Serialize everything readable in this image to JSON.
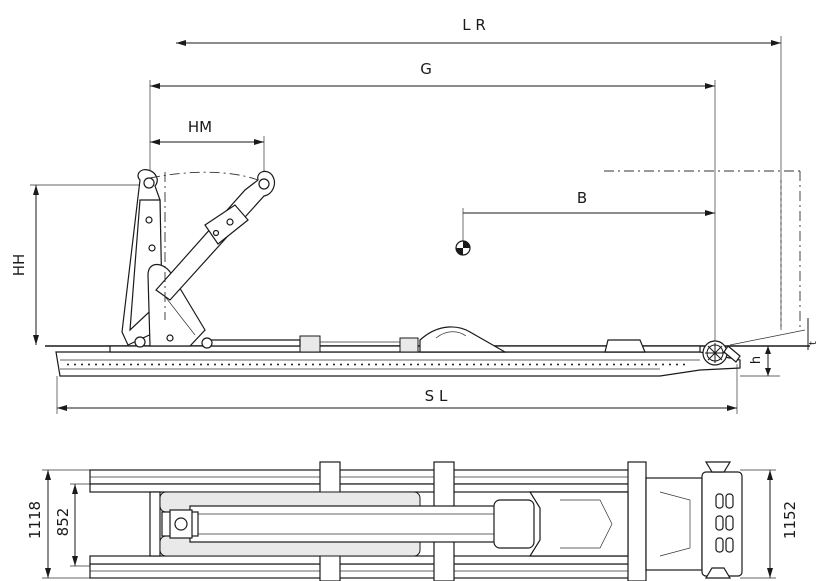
{
  "side_view": {
    "dimensions": {
      "lr": "L R",
      "g": "G",
      "hm": "HM",
      "hh": "HH",
      "b": "B",
      "h": "h",
      "t": "t",
      "sl": "S L"
    }
  },
  "top_view": {
    "dimensions": {
      "outer_width": "1118",
      "inner_width": "852",
      "rear_width": "1152"
    }
  }
}
